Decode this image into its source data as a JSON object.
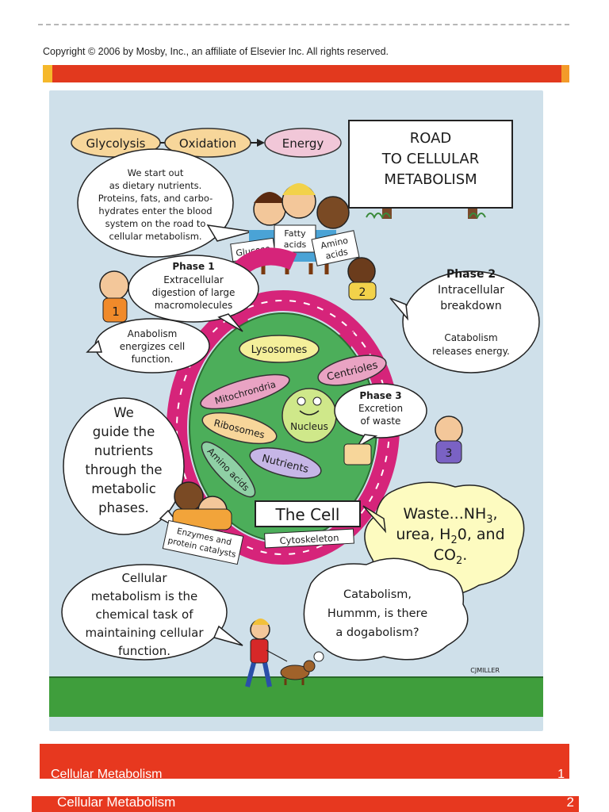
{
  "header": {
    "copyright": "Copyright © 2006 by Mosby, Inc., an affiliate of Elsevier Inc. All rights reserved."
  },
  "flow": {
    "step1": "Glycolysis",
    "step2": "Oxidation",
    "step3": "Energy"
  },
  "title_sign": {
    "line1": "ROAD",
    "line2": "TO CELLULAR",
    "line3": "METABOLISM"
  },
  "intro_bubble": {
    "line1": "We start out",
    "line2": "as dietary nutrients.",
    "line3": "Proteins, fats, and carbo-",
    "line4": "hydrates enter the blood",
    "line5": "system on the road to",
    "line6": "cellular metabolism."
  },
  "signs": {
    "glucose": "Glucose",
    "fatty1": "Fatty",
    "fatty2": "acids",
    "amino1": "Amino",
    "amino2": "acids"
  },
  "phase1": {
    "title": "Phase 1",
    "line1": "Extracellular",
    "line2": "digestion of large",
    "line3": "macromolecules",
    "note1": "Anabolism",
    "note2": "energizes cell",
    "note3": "function."
  },
  "phase2": {
    "title": "Phase 2",
    "line1": "Intracellular",
    "line2": "breakdown",
    "note1": "Catabolism",
    "note2": "releases energy."
  },
  "phase3": {
    "title": "Phase 3",
    "line1": "Excretion",
    "line2": "of waste"
  },
  "cell": {
    "lysosomes": "Lysosomes",
    "centrioles": "Centrioles",
    "mitochondria": "Mitochrondria",
    "ribosomes": "Ribosomes",
    "nucleus": "Nucleus",
    "nutrients": "Nutrients",
    "amino": "Amino acids",
    "label": "The Cell",
    "cytoskeleton": "Cytoskeleton"
  },
  "guide_bubble": {
    "line1": "We",
    "line2": "guide the",
    "line3": "nutrients",
    "line4": "through the",
    "line5": "metabolic",
    "line6": "phases."
  },
  "enzymes_sign": {
    "line1": "Enzymes and",
    "line2": "protein catalysts"
  },
  "waste_bubble": {
    "line1": "Waste...NH",
    "sub1": "3",
    "line1b": ",",
    "line2": "urea, H",
    "sub2": "2",
    "line2b": "0, and",
    "line3": "CO",
    "sub3": "2",
    "line3b": "."
  },
  "task_bubble": {
    "line1": "Cellular",
    "line2": "metabolism is the",
    "line3": "chemical task of",
    "line4": "maintaining cellular",
    "line5": "function."
  },
  "dog_bubble": {
    "line1": "Catabolism,",
    "line2": "Hummm, is there",
    "line3": "a dogabolism?"
  },
  "signature": "CJMILLER",
  "badges": {
    "one": "1",
    "two": "2",
    "three": "3"
  },
  "footer": {
    "label1": "Cellular Metabolism",
    "page1": "1",
    "label2": "Cellular Metabolism",
    "page2": "2"
  },
  "colors": {
    "red_band": "#e7381f",
    "road": "#d6247a",
    "cell": "#4cae5a",
    "sky": "#cfe0ea",
    "grass": "#3f9e3c",
    "flow_pill": "#f7d69a"
  }
}
